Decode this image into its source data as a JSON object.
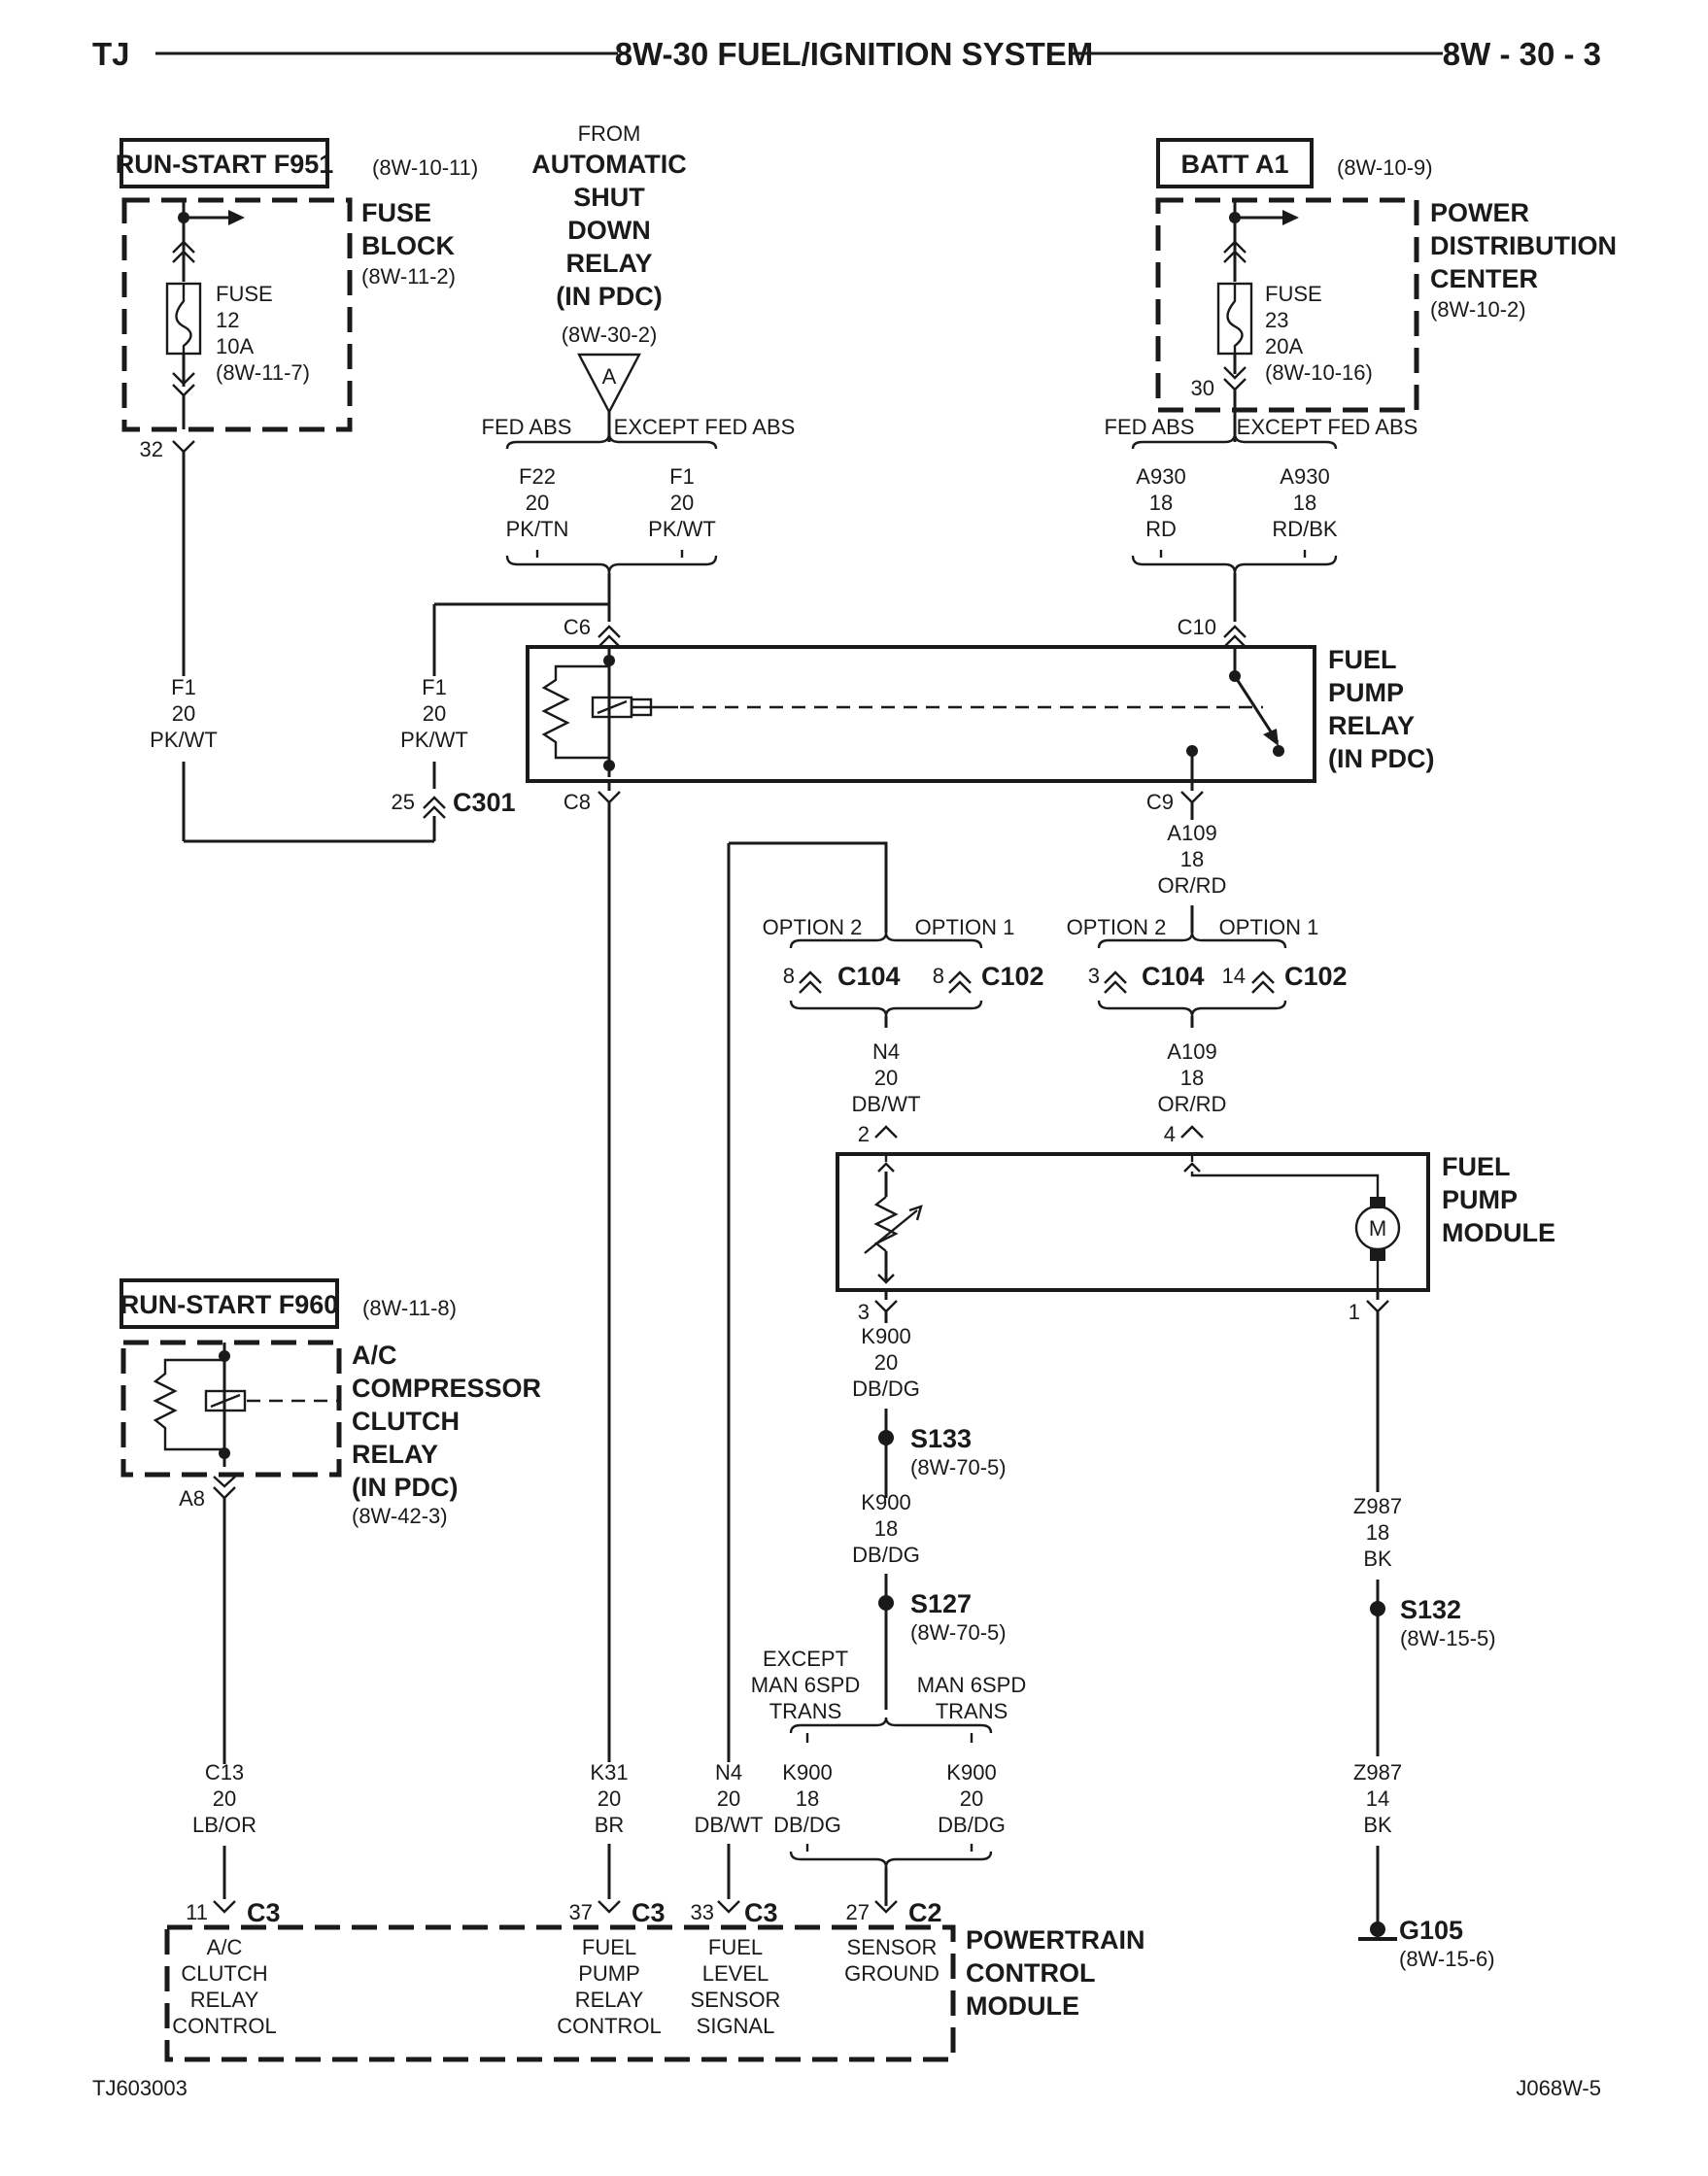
{
  "header": {
    "left": "TJ",
    "title": "8W-30 FUEL/IGNITION SYSTEM",
    "right": "8W - 30 - 3"
  },
  "footer": {
    "left": "TJ603003",
    "right": "J068W-5"
  },
  "run_start_f951": {
    "label": "RUN-START F951",
    "ref": "(8W-10-11)"
  },
  "fuse_block": {
    "name_1": "FUSE",
    "name_2": "BLOCK",
    "ref": "(8W-11-2)",
    "fuse_1": "FUSE",
    "fuse_2": "12",
    "fuse_3": "10A",
    "fuse_4": "(8W-11-7)",
    "pin": "32"
  },
  "from_asd": {
    "from": "FROM",
    "l1": "AUTOMATIC",
    "l2": "SHUT",
    "l3": "DOWN",
    "l4": "RELAY",
    "l5": "(IN PDC)",
    "ref": "(8W-30-2)",
    "tag": "A"
  },
  "split_asd": {
    "left": "FED ABS",
    "right": "EXCEPT FED ABS",
    "left_wire": [
      "F22",
      "20",
      "PK/TN"
    ],
    "right_wire": [
      "F1",
      "20",
      "PK/WT"
    ]
  },
  "batt_a1": {
    "label": "BATT A1",
    "ref": "(8W-10-9)"
  },
  "pdc": {
    "name_1": "POWER",
    "name_2": "DISTRIBUTION",
    "name_3": "CENTER",
    "ref": "(8W-10-2)",
    "fuse_1": "FUSE",
    "fuse_2": "23",
    "fuse_3": "20A",
    "fuse_4": "(8W-10-16)",
    "pin": "30"
  },
  "split_batt": {
    "left": "FED ABS",
    "right": "EXCEPT FED ABS",
    "left_wire": [
      "A930",
      "18",
      "RD"
    ],
    "right_wire": [
      "A930",
      "18",
      "RD/BK"
    ]
  },
  "wire_f1_left": [
    "F1",
    "20",
    "PK/WT"
  ],
  "wire_f1_mid": [
    "F1",
    "20",
    "PK/WT"
  ],
  "c301": {
    "pin": "25",
    "label": "C301"
  },
  "fuel_pump_relay": {
    "name_1": "FUEL",
    "name_2": "PUMP",
    "name_3": "RELAY",
    "name_4": "(IN PDC)",
    "c6": "C6",
    "c8": "C8",
    "c9": "C9",
    "c10": "C10"
  },
  "wire_a109_top": [
    "A109",
    "18",
    "OR/RD"
  ],
  "options_left": {
    "opt2": "OPTION 2",
    "opt1": "OPTION 1",
    "pin_a": "8",
    "conn_a": "C104",
    "pin_b": "8",
    "conn_b": "C102"
  },
  "options_right": {
    "opt2": "OPTION 2",
    "opt1": "OPTION 1",
    "pin_a": "3",
    "conn_a": "C104",
    "pin_b": "14",
    "conn_b": "C102"
  },
  "wire_n4_top": [
    "N4",
    "20",
    "DB/WT"
  ],
  "wire_a109_bottom": [
    "A109",
    "18",
    "OR/RD"
  ],
  "fuel_pump_module": {
    "name_1": "FUEL",
    "name_2": "PUMP",
    "name_3": "MODULE",
    "pin2": "2",
    "pin4": "4",
    "pin3": "3",
    "pin1": "1",
    "motor": "M"
  },
  "run_start_f960": {
    "label": "RUN-START F960",
    "ref": "(8W-11-8)"
  },
  "ac_relay": {
    "l1": "A/C",
    "l2": "COMPRESSOR",
    "l3": "CLUTCH",
    "l4": "RELAY",
    "l5": "(IN PDC)",
    "ref": "(8W-42-3)",
    "pin": "A8"
  },
  "wire_k900_a": [
    "K900",
    "20",
    "DB/DG"
  ],
  "s133": {
    "label": "S133",
    "ref": "(8W-70-5)"
  },
  "wire_k900_b": [
    "K900",
    "18",
    "DB/DG"
  ],
  "s127": {
    "label": "S127",
    "ref": "(8W-70-5)"
  },
  "split_trans": {
    "left_1": "EXCEPT",
    "left_2": "MAN 6SPD",
    "left_3": "TRANS",
    "right_1": "MAN 6SPD",
    "right_2": "TRANS",
    "left_wire": [
      "K900",
      "18",
      "DB/DG"
    ],
    "right_wire": [
      "K900",
      "20",
      "DB/DG"
    ]
  },
  "wire_z987_a": [
    "Z987",
    "18",
    "BK"
  ],
  "s132": {
    "label": "S132",
    "ref": "(8W-15-5)"
  },
  "wire_z987_b": [
    "Z987",
    "14",
    "BK"
  ],
  "g105": {
    "label": "G105",
    "ref": "(8W-15-6)"
  },
  "wire_c13": [
    "C13",
    "20",
    "LB/OR"
  ],
  "wire_k31": [
    "K31",
    "20",
    "BR"
  ],
  "wire_n4_bottom": [
    "N4",
    "20",
    "DB/WT"
  ],
  "pcm": {
    "name_1": "POWERTRAIN",
    "name_2": "CONTROL",
    "name_3": "MODULE",
    "pins": [
      {
        "pin": "11",
        "conn": "C3",
        "l1": "A/C",
        "l2": "CLUTCH",
        "l3": "RELAY",
        "l4": "CONTROL"
      },
      {
        "pin": "37",
        "conn": "C3",
        "l1": "FUEL",
        "l2": "PUMP",
        "l3": "RELAY",
        "l4": "CONTROL"
      },
      {
        "pin": "33",
        "conn": "C3",
        "l1": "FUEL",
        "l2": "LEVEL",
        "l3": "SENSOR",
        "l4": "SIGNAL"
      },
      {
        "pin": "27",
        "conn": "C2",
        "l1": "SENSOR",
        "l2": "GROUND",
        "l3": "",
        "l4": ""
      }
    ]
  }
}
